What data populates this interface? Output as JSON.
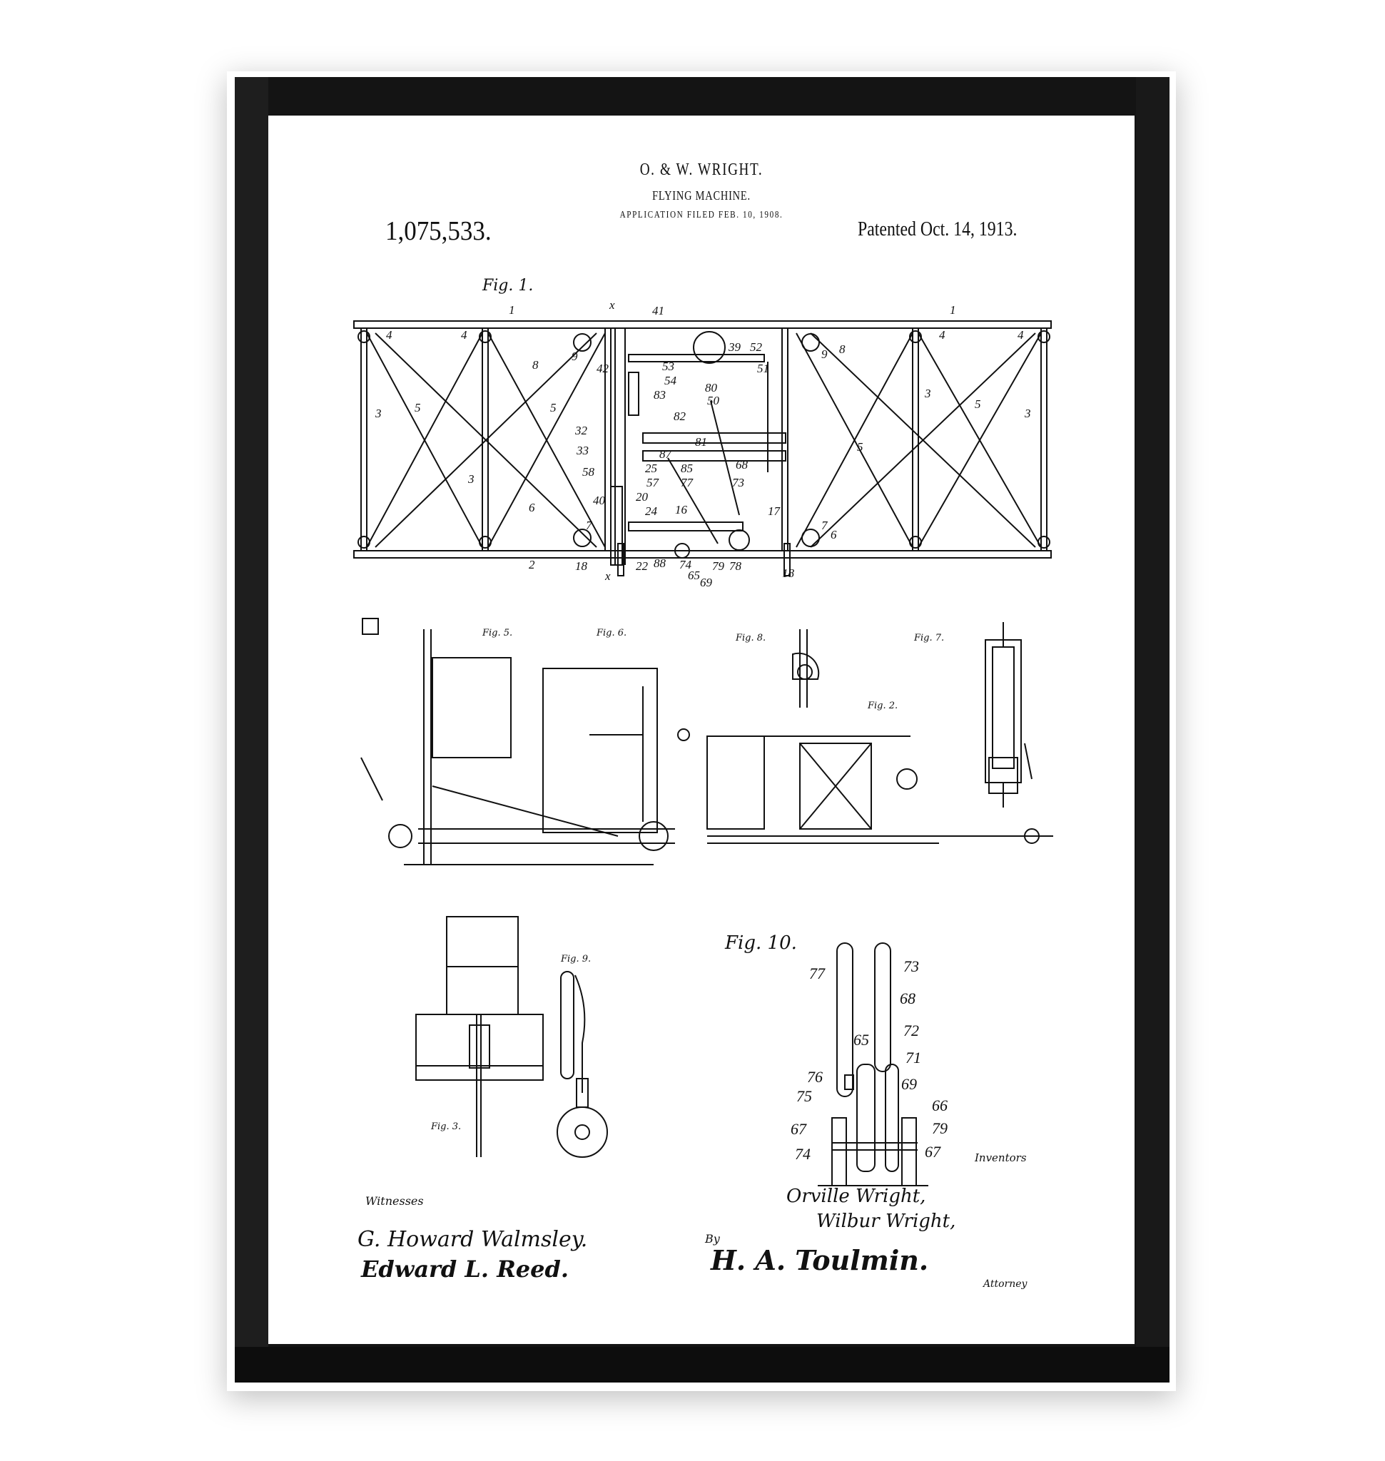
{
  "header": {
    "inventors": "O. & W. WRIGHT.",
    "title": "FLYING MACHINE.",
    "filed": "APPLICATION FILED FEB. 10, 1908.",
    "patent_number": "1,075,533.",
    "patented": "Patented Oct. 14, 1913."
  },
  "figures": {
    "fig1": "Fig. 1.",
    "fig2": "Fig. 2.",
    "fig3": "Fig. 3.",
    "fig5": "Fig. 5.",
    "fig6": "Fig. 6.",
    "fig7": "Fig. 7.",
    "fig8": "Fig. 8.",
    "fig9": "Fig. 9.",
    "fig10": "Fig. 10."
  },
  "fig1_labels": [
    "1",
    "1",
    "4",
    "4",
    "4",
    "4",
    "3",
    "3",
    "3",
    "3",
    "5",
    "5",
    "5",
    "5",
    "8",
    "8",
    "9",
    "9",
    "41",
    "39",
    "52",
    "42",
    "53",
    "54",
    "51",
    "80",
    "50",
    "83",
    "82",
    "32",
    "33",
    "58",
    "25",
    "57",
    "20",
    "40",
    "24",
    "16",
    "17",
    "7",
    "7",
    "6",
    "6",
    "2",
    "18",
    "18",
    "22",
    "88",
    "74",
    "65",
    "69",
    "79",
    "78",
    "68",
    "73",
    "77",
    "81",
    "85",
    "87",
    "x",
    "x"
  ],
  "fig10_labels": [
    "77",
    "73",
    "68",
    "72",
    "65",
    "71",
    "76",
    "69",
    "75",
    "66",
    "67",
    "79",
    "74",
    "67"
  ],
  "signatures": {
    "witnesses_label": "Witnesses",
    "witness1": "G. Howard Walmsley.",
    "witness2": "Edward L. Reed.",
    "inventors_label": "Inventors",
    "inventor1": "Orville Wright,",
    "inventor2": "Wilbur Wright,",
    "by_label": "By",
    "attorney": "H. A. Toulmin.",
    "attorney_label": "Attorney"
  }
}
